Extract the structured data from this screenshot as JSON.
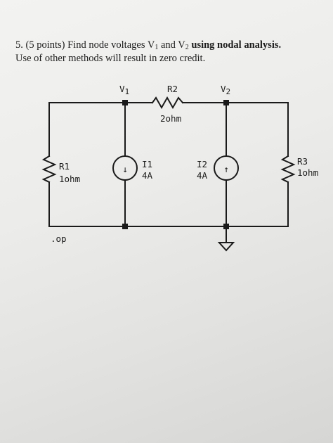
{
  "question": {
    "number": "5.",
    "points": "(5 points) Find node voltages",
    "v1_sym": "V",
    "v1_sub": "1",
    "and_text": "and",
    "v2_sym": "V",
    "v2_sub": "2",
    "method": "using nodal analysis.",
    "line2": "Use of other methods will result in zero credit."
  },
  "circuit": {
    "node_v1": {
      "sym": "V",
      "sub": "1"
    },
    "node_v2": {
      "sym": "V",
      "sub": "2"
    },
    "r2": {
      "name": "R2",
      "value": "2ohm"
    },
    "r1": {
      "name": "R1",
      "value": "1ohm"
    },
    "r3": {
      "name": "R3",
      "value": "1ohm"
    },
    "i1": {
      "name": "I1",
      "value": "4A",
      "arrow": "↓"
    },
    "i2": {
      "name": "I2",
      "value": "4A",
      "arrow": "↑"
    },
    "directive": ".op"
  },
  "colors": {
    "ink": "#1a1a1a",
    "paper": "#f0f0ee"
  }
}
